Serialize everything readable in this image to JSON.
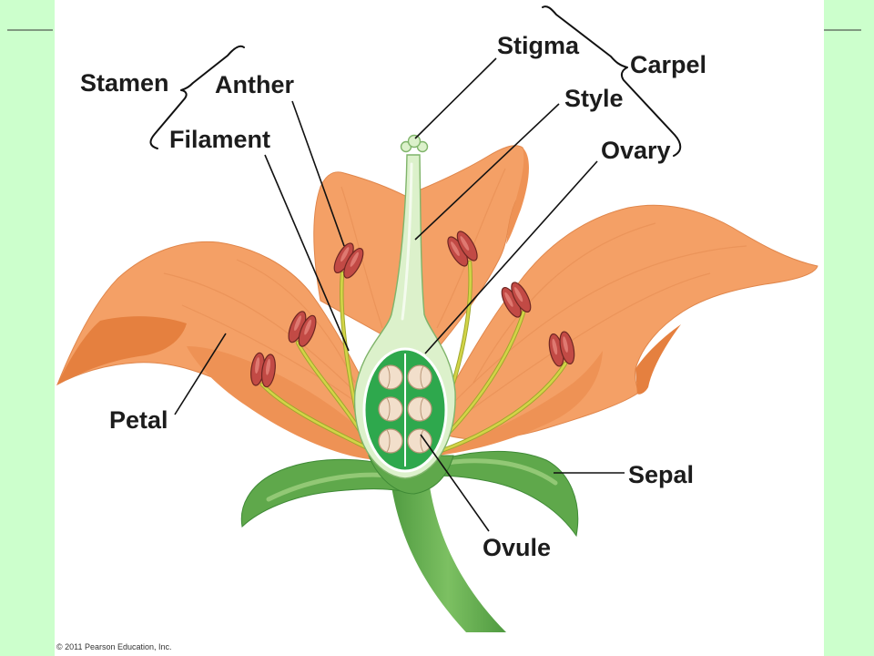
{
  "labels": {
    "stamen": "Stamen",
    "anther": "Anther",
    "filament": "Filament",
    "stigma": "Stigma",
    "carpel": "Carpel",
    "style": "Style",
    "ovary": "Ovary",
    "petal": "Petal",
    "sepal": "Sepal",
    "ovule": "Ovule"
  },
  "copyright": "© 2011 Pearson Education, Inc.",
  "colors": {
    "side": "#ccffcc",
    "petal": "#f4a066",
    "anther": "#c24a45",
    "sepal": "#5fa84b",
    "ovary": "#2ea84d"
  }
}
